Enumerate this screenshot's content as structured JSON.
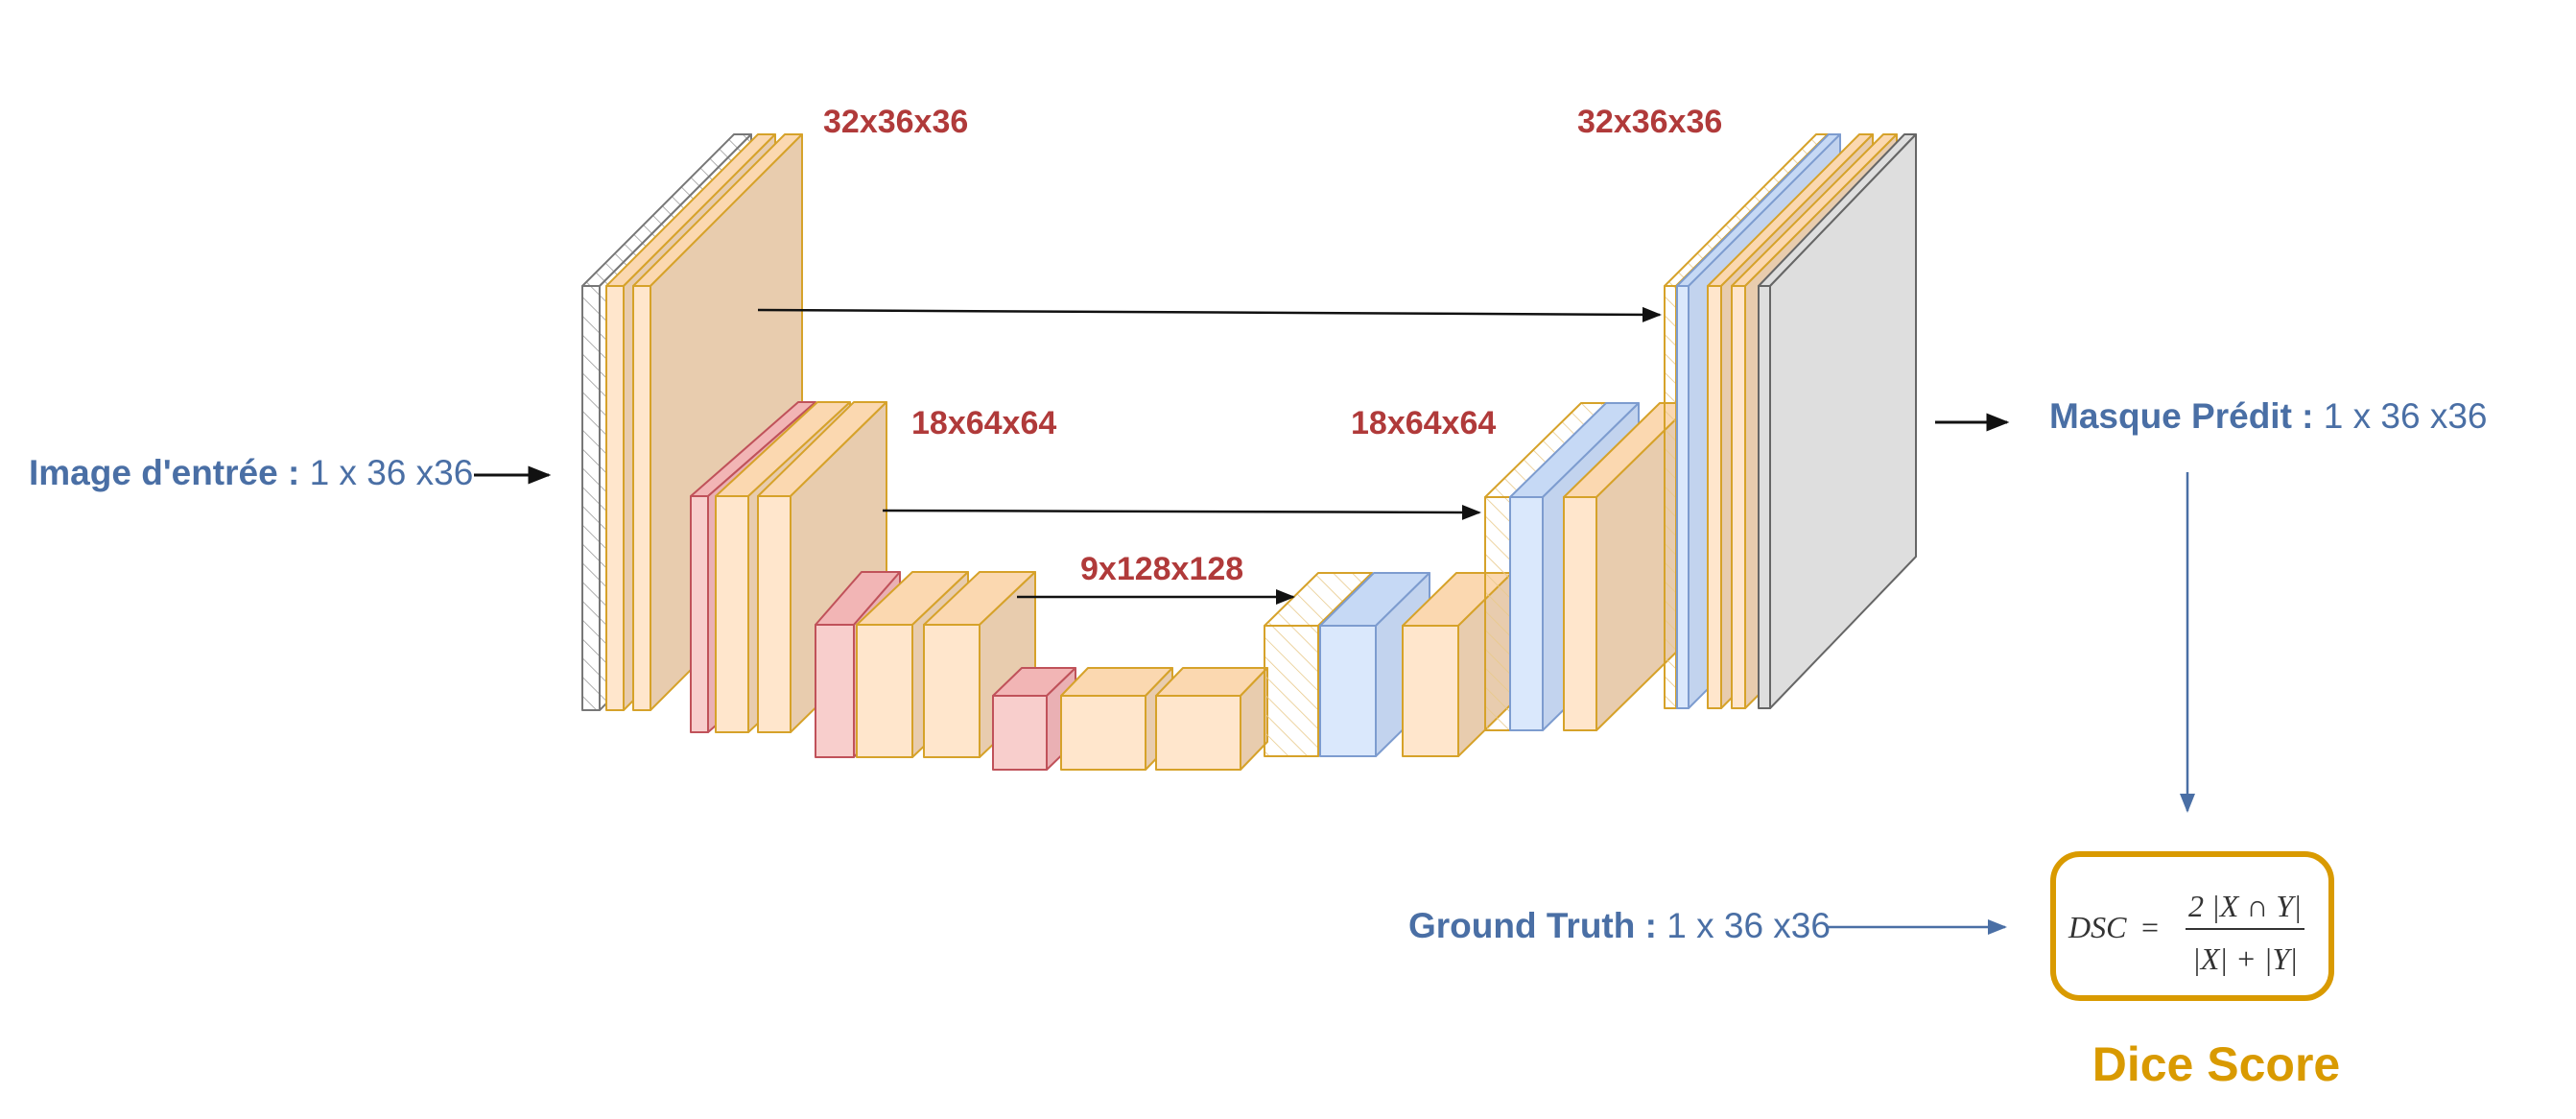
{
  "labels": {
    "input_name": "Image d'entrée :",
    "input_shape": "1 x 36 x36",
    "output_name": "Masque Prédit :",
    "output_shape": "1 x 36 x36",
    "gt_name": "Ground Truth :",
    "gt_shape": "1 x 36 x36"
  },
  "dimensions": {
    "enc1": "32x36x36",
    "dec1": "32x36x36",
    "enc2": "18x64x64",
    "dec2": "18x64x64",
    "bottleneck": "9x128x128"
  },
  "formula": {
    "lhs": "DSC",
    "eq": "=",
    "numerator": "2 |X ∩ Y|",
    "denominator": "|X| + |Y|"
  },
  "dice_title": "Dice Score",
  "colors": {
    "conv_fill": "#ffe6cc",
    "conv_stroke": "#d6a22a",
    "pool_fill": "#f8cecc",
    "pool_stroke": "#c0525a",
    "up_fill": "#dae8fc",
    "up_stroke": "#7d9ccf",
    "output_fill": "#dedede",
    "label_blue": "#4a6fa5",
    "label_red": "#b03a3a",
    "dice_gold": "#d99a00"
  }
}
